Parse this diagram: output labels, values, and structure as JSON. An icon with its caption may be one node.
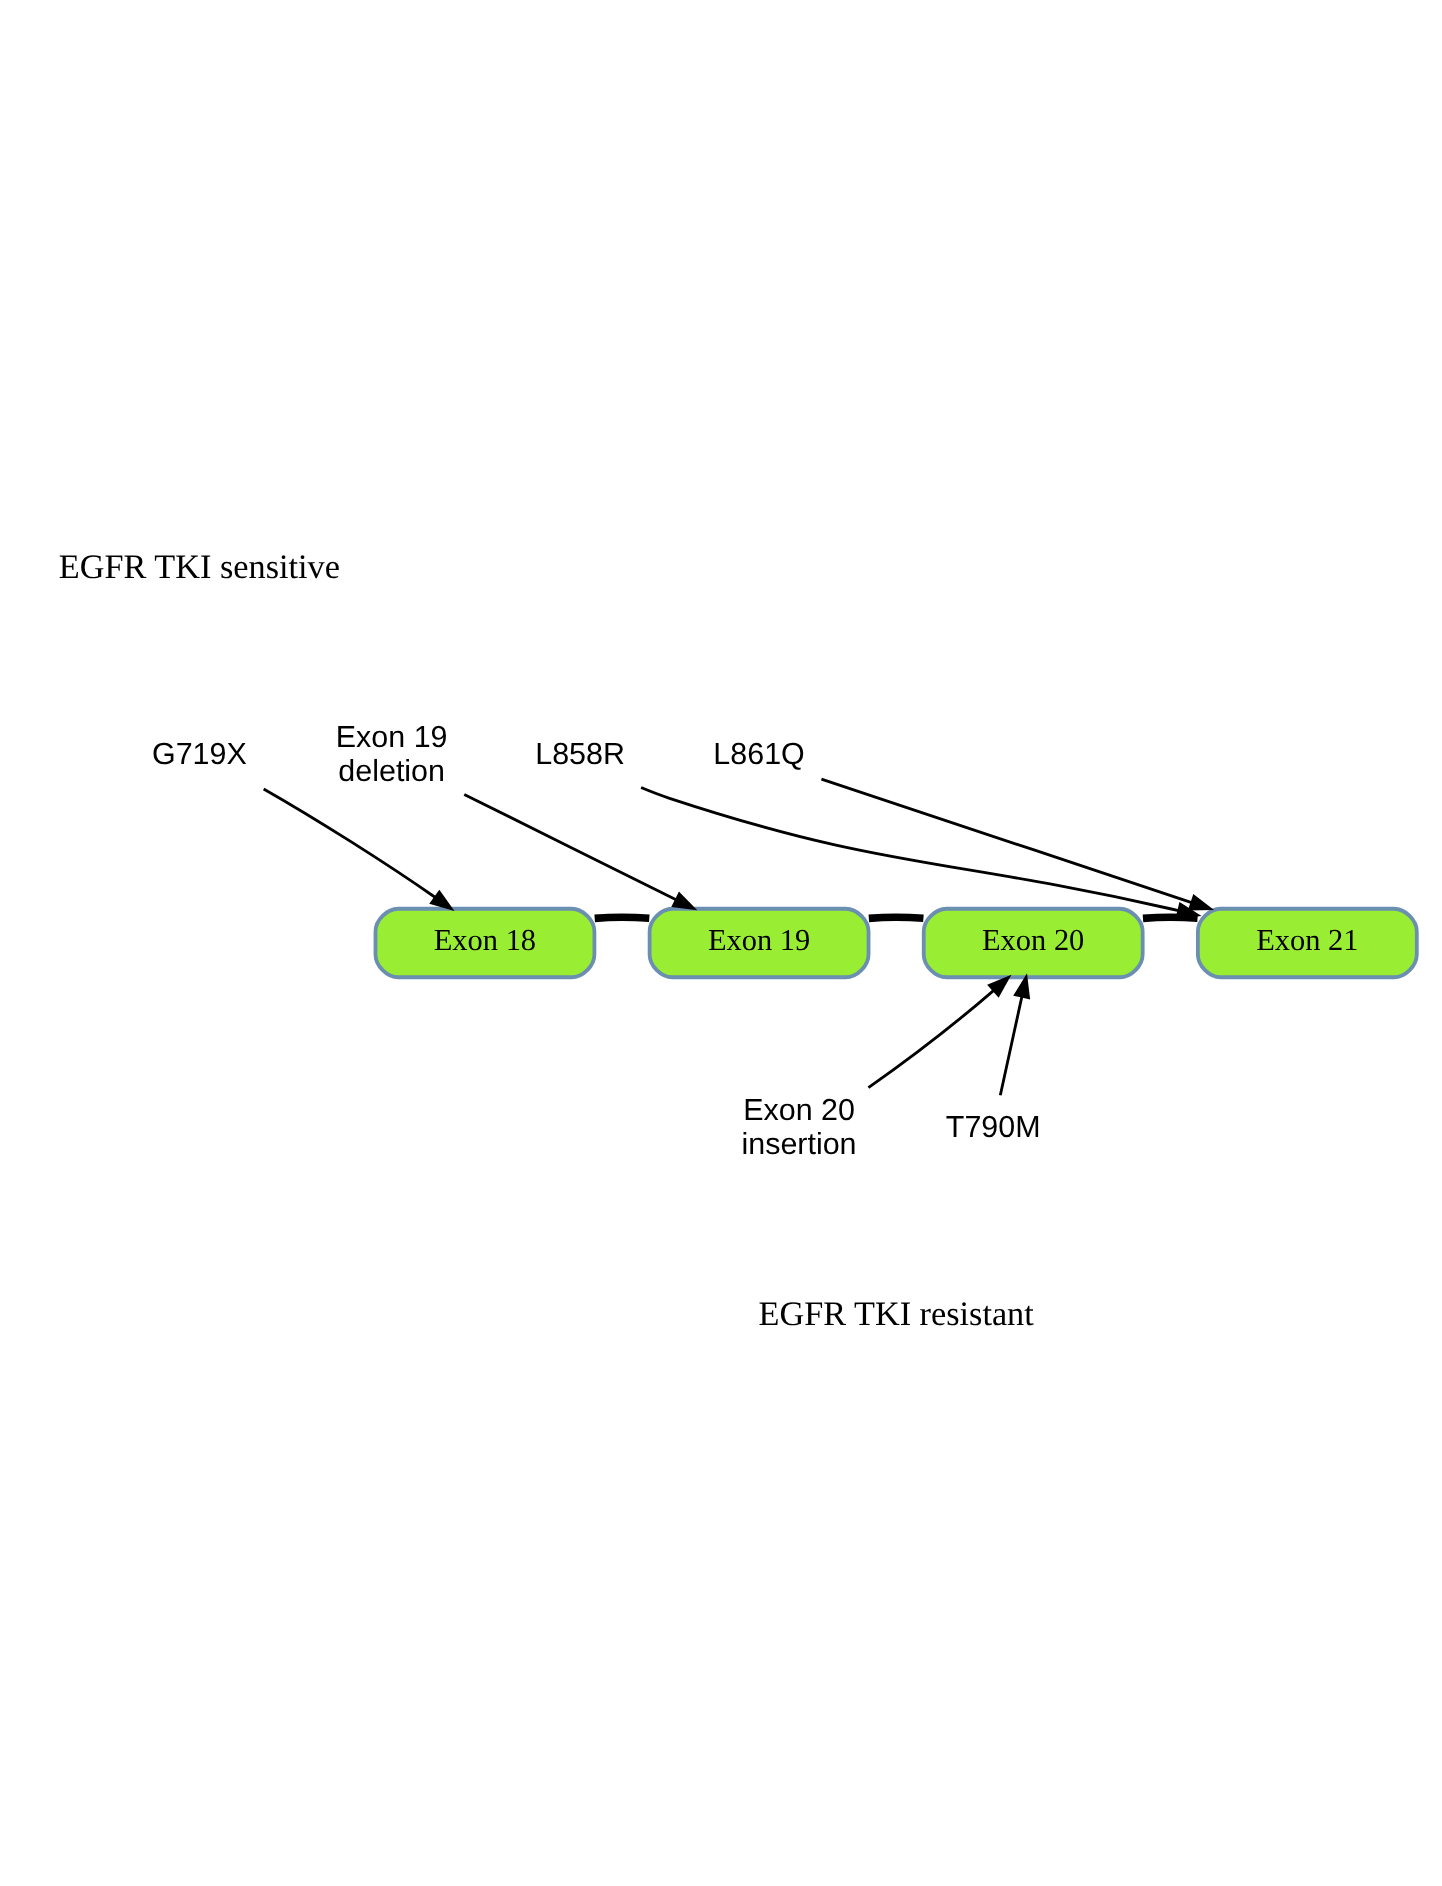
{
  "diagram": {
    "nodes": [
      {
        "text": [
          "G719X"
        ]
      },
      {
        "text": [
          "Exon 19 deletion"
        ]
      },
      {
        "text": [
          "L858R"
        ]
      },
      {
        "text": [
          "L861Q"
        ]
      },
      {
        "text": [
          "Exon 18"
        ]
      },
      {
        "text": [
          "Exon 19"
        ]
      },
      {
        "text": [
          "Exon 20"
        ]
      },
      {
        "text": [
          "Exon 21"
        ]
      },
      {
        "text": [
          "Exon 20 insertion"
        ]
      },
      {
        "text": [
          "T790M"
        ]
      }
    ],
    "edges": [
      {
        "from": 0,
        "to": 4,
        "arrow": "to"
      },
      {
        "from": 1,
        "to": 5,
        "arrow": "to"
      },
      {
        "from": 2,
        "to": 7,
        "arrow": "to"
      },
      {
        "from": 3,
        "to": 7,
        "arrow": "to"
      },
      {
        "from": 4,
        "to": 5,
        "arrow": "none",
        "style": "thick"
      },
      {
        "from": 5,
        "to": 6,
        "arrow": "none",
        "style": "thick"
      },
      {
        "from": 6,
        "to": 7,
        "arrow": "none",
        "style": "thick"
      },
      {
        "from": 8,
        "to": 6,
        "arrow": "to"
      },
      {
        "from": 9,
        "to": 6,
        "arrow": "to"
      }
    ],
    "labels": [
      "EGFR TKI sensitive",
      "EGFR TKI resistant"
    ]
  }
}
